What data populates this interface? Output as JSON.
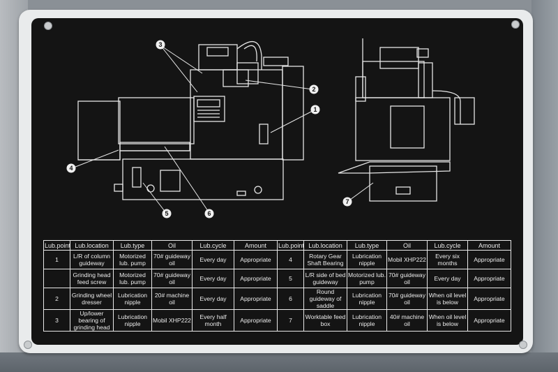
{
  "callouts": [
    "1",
    "2",
    "3",
    "4",
    "5",
    "6",
    "7"
  ],
  "table": {
    "headers": [
      "Lub.point",
      "Lub.location",
      "Lub.type",
      "Oil",
      "Lub.cycle",
      "Amount",
      "Lub.point",
      "Lub.location",
      "Lub.type",
      "Oil",
      "Lub.cycle",
      "Amount"
    ],
    "rows": [
      [
        "1",
        "L/R of column guideway",
        "Motorized lub. pump",
        "70# guideway oil",
        "Every day",
        "Appropriate",
        "4",
        "Rotary Gear Shaft Bearing",
        "Lubrication nipple",
        "Mobil XHP222",
        "Every six months",
        "Appropriate"
      ],
      [
        "",
        "Grinding head feed screw",
        "Motorized lub. pump",
        "70# guideway oil",
        "Every day",
        "Appropriate",
        "5",
        "L/R side of bed guideway",
        "Motorized lub. pump",
        "70# guideway oil",
        "Every day",
        "Appropriate"
      ],
      [
        "2",
        "Grinding wheel dresser",
        "Lubrication nipple",
        "20# machine oil",
        "Every day",
        "Appropriate",
        "6",
        "Round guideway of saddle",
        "Lubrication nipple",
        "70# guideway oil",
        "When oil level is below",
        "Appropriate"
      ],
      [
        "3",
        "Up/lower bearing of grinding head",
        "Lubrication nipple",
        "Mobil XHP222",
        "Every half month",
        "Appropriate",
        "7",
        "Worktable feed box",
        "Lubrication nipple",
        "40# machine oil",
        "When oil level is below",
        "Appropriate"
      ]
    ]
  }
}
